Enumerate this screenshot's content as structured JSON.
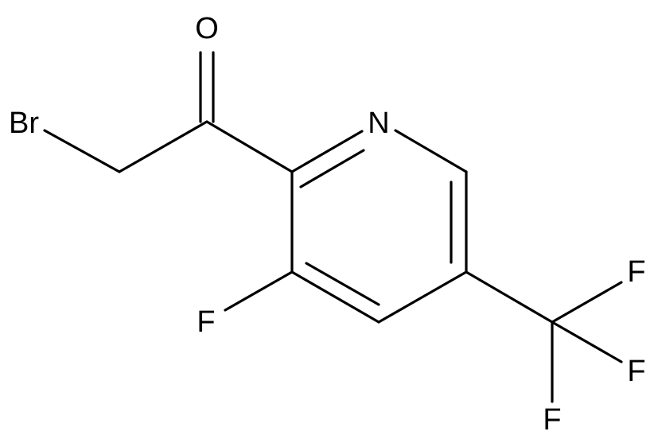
{
  "molecule": {
    "atoms": {
      "oxygen": "O",
      "nitrogen": "N",
      "bromine": "Br",
      "fluorine_ring": "F",
      "fluorine_cf3_1": "F",
      "fluorine_cf3_2": "F",
      "fluorine_cf3_3": "F"
    }
  },
  "colors": {
    "bond": "#000000",
    "label": "#000000",
    "background": "#ffffff"
  }
}
